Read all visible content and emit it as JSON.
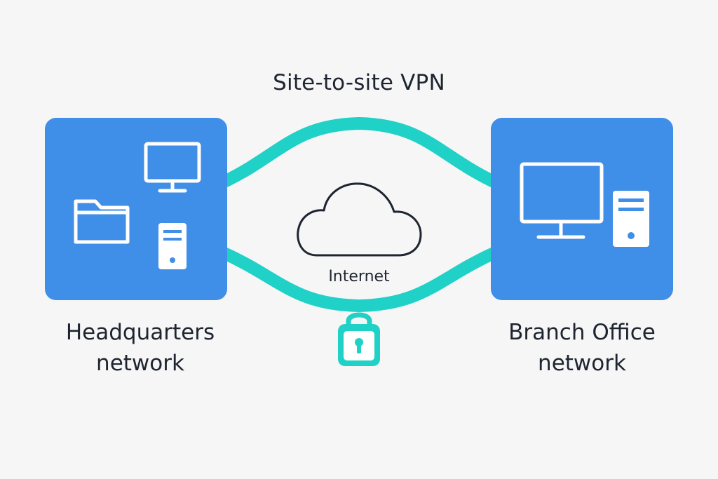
{
  "title": "Site-to-site VPN",
  "sites": {
    "headquarters": {
      "label_line1": "Headquarters",
      "label_line2": "network",
      "icons": [
        "monitor-icon",
        "folder-icon",
        "server-tower-icon"
      ]
    },
    "branch": {
      "label_line1": "Branch Office",
      "label_line2": "network",
      "icons": [
        "monitor-icon",
        "server-tower-icon"
      ]
    }
  },
  "internet": {
    "label": "Internet",
    "icon": "cloud-icon"
  },
  "tunnel": {
    "icon": "padlock-icon"
  },
  "colors": {
    "background": "#f6f6f6",
    "site_box": "#3f8ee8",
    "tunnel": "#1fd1c6",
    "icon": "#ffffff",
    "text": "#1e2530"
  }
}
